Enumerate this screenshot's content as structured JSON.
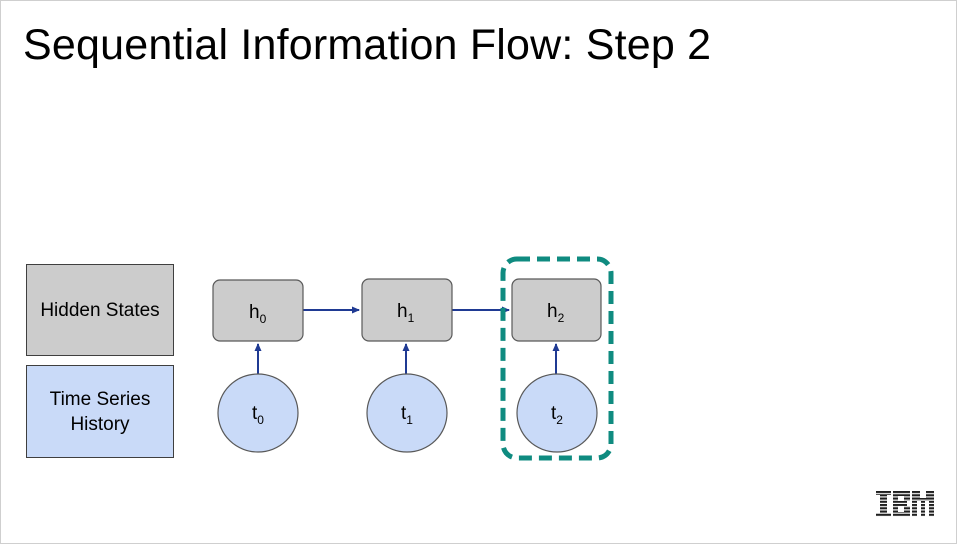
{
  "title": "Sequential Information Flow: Step 2",
  "legend": {
    "hidden_states": "Hidden States",
    "time_series_line1": "Time Series",
    "time_series_line2": "History"
  },
  "nodes": [
    {
      "hidden_main": "h",
      "hidden_sub": "0",
      "time_main": "t",
      "time_sub": "0"
    },
    {
      "hidden_main": "h",
      "hidden_sub": "1",
      "time_main": "t",
      "time_sub": "1"
    },
    {
      "hidden_main": "h",
      "hidden_sub": "2",
      "time_main": "t",
      "time_sub": "2"
    }
  ],
  "highlighted_step": 2,
  "colors": {
    "hidden_fill": "#cccccc",
    "time_fill": "#c9daf8",
    "arrow": "#1f3a93",
    "highlight": "#0f8b80"
  },
  "logo": {
    "text": "IBM",
    "icon": "ibm-logo"
  }
}
